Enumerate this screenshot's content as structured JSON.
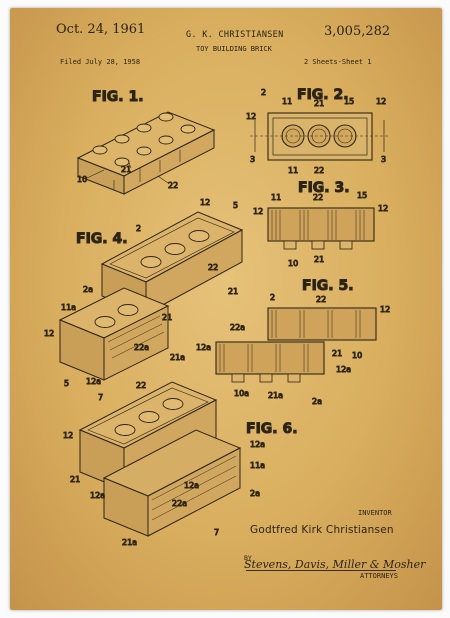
{
  "header": {
    "date": "Oct. 24, 1961",
    "inventor": "G. K. CHRISTIANSEN",
    "title": "TOY BUILDING BRICK",
    "patent_number": "3,005,282",
    "filed": "Filed July 28, 1958",
    "sheets": "2 Sheets-Sheet 1"
  },
  "figures": {
    "fig1": "FIG. 1.",
    "fig2": "FIG. 2.",
    "fig3": "FIG. 3.",
    "fig4": "FIG. 4.",
    "fig5": "FIG. 5.",
    "fig6": "FIG. 6."
  },
  "refs": {
    "fig1": [
      "10",
      "21",
      "22"
    ],
    "fig2": [
      "2",
      "11",
      "21",
      "15",
      "12",
      "12",
      "3",
      "3",
      "11",
      "22"
    ],
    "fig3": [
      "11",
      "22",
      "15",
      "12",
      "12",
      "10",
      "21"
    ],
    "fig4": [
      "2",
      "12",
      "5",
      "22",
      "21",
      "21",
      "2a",
      "11a",
      "12",
      "22a",
      "21a",
      "5",
      "12a"
    ],
    "fig5": [
      "2",
      "22",
      "12",
      "12a",
      "22a",
      "21",
      "10",
      "10a",
      "21a",
      "12a",
      "2a"
    ],
    "fig6": [
      "7",
      "22",
      "12",
      "21",
      "12a",
      "12a",
      "11a",
      "22a",
      "2a",
      "21a",
      "7",
      "12a"
    ]
  },
  "footer": {
    "inventor_role": "INVENTOR",
    "inventor_name": "Godtfred Kirk Christiansen",
    "by": "BY",
    "attorneys_signature": "Stevens, Davis, Miller & Mosher",
    "attorneys_role": "ATTORNEYS"
  }
}
